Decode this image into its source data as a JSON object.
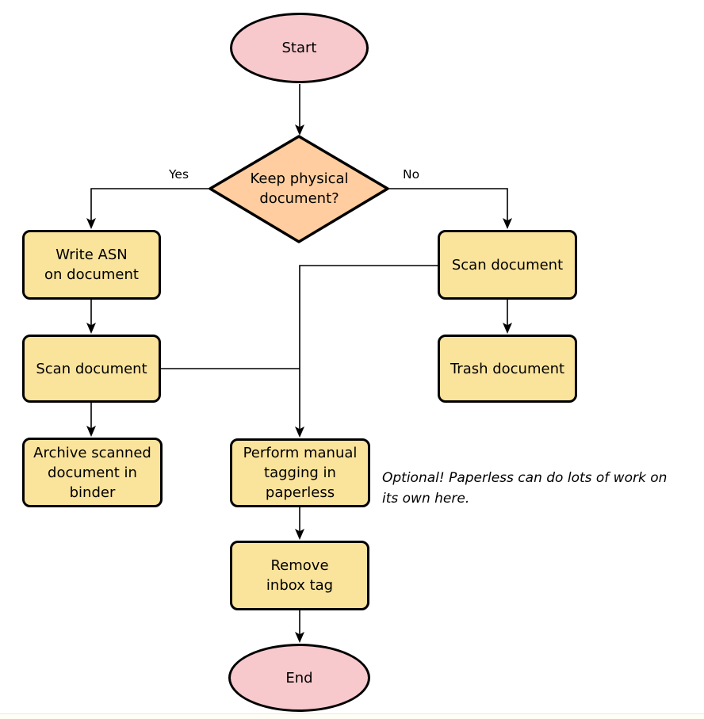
{
  "colors": {
    "terminal_fill": "#f7c9cc",
    "decision_fill": "#ffcd9f",
    "process_fill": "#fae39b",
    "stroke": "#000000"
  },
  "nodes": {
    "start": {
      "type": "terminal",
      "label": "Start"
    },
    "decision": {
      "type": "decision",
      "label": "Keep physical\ndocument?"
    },
    "write_asn": {
      "type": "process",
      "label": "Write ASN\non document"
    },
    "scan_left": {
      "type": "process",
      "label": "Scan document"
    },
    "archive": {
      "type": "process",
      "label": "Archive scanned\ndocument in\nbinder"
    },
    "scan_right": {
      "type": "process",
      "label": "Scan document"
    },
    "trash": {
      "type": "process",
      "label": "Trash document"
    },
    "tagging": {
      "type": "process",
      "label": "Perform manual\ntagging in\npaperless"
    },
    "remove_inbox": {
      "type": "process",
      "label": "Remove\ninbox tag"
    },
    "end": {
      "type": "terminal",
      "label": "End"
    }
  },
  "edges": {
    "yes_label": "Yes",
    "no_label": "No"
  },
  "annotation": {
    "text": "Optional! Paperless can do lots of work on\nits own here."
  }
}
